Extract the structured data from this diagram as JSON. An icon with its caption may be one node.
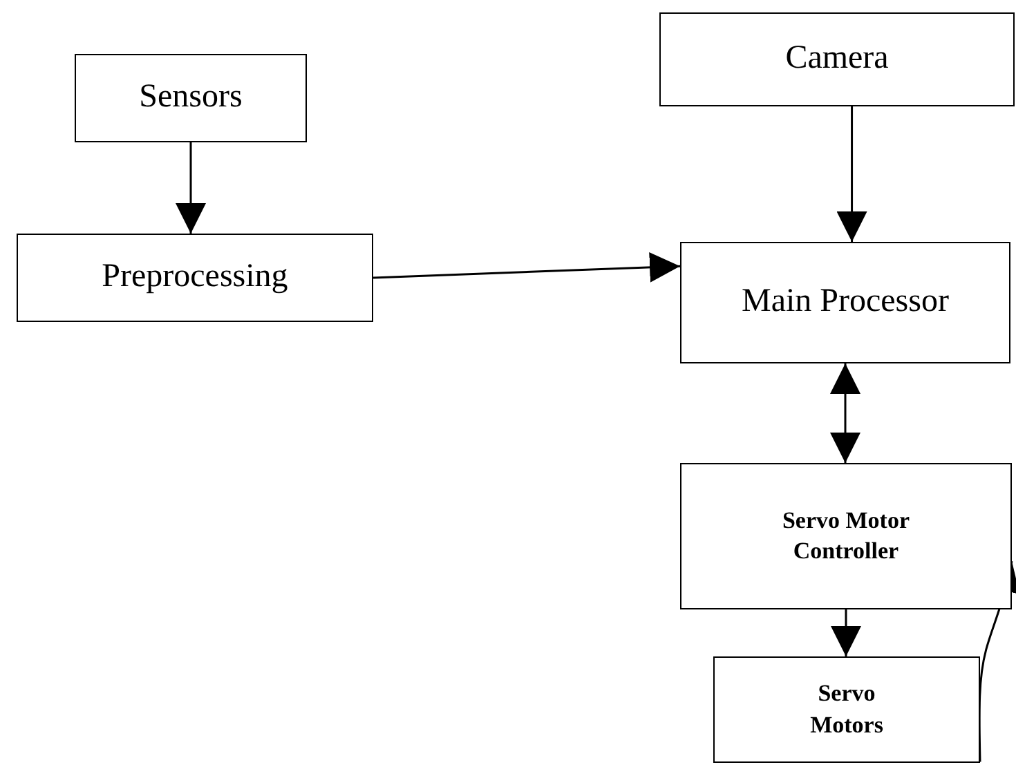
{
  "diagram": {
    "nodes": [
      {
        "text": [
          "Sensors"
        ]
      },
      {
        "text": [
          "Preprocessing"
        ]
      },
      {
        "text": [
          "Camera"
        ]
      },
      {
        "text": [
          "Main Processor"
        ]
      },
      {
        "text": [
          "Servo Motor Controller"
        ]
      },
      {
        "text": [
          "Servo Motors"
        ]
      }
    ],
    "edges": [
      {
        "from": 0,
        "to": 1,
        "arrow": "to"
      },
      {
        "from": 1,
        "to": 3,
        "arrow": "to"
      },
      {
        "from": 2,
        "to": 3,
        "arrow": "to"
      },
      {
        "from": 3,
        "to": 4,
        "arrow": "both"
      },
      {
        "from": 4,
        "to": 5,
        "arrow": "to"
      },
      {
        "from": 5,
        "to": 4,
        "arrow": "to"
      }
    ]
  }
}
